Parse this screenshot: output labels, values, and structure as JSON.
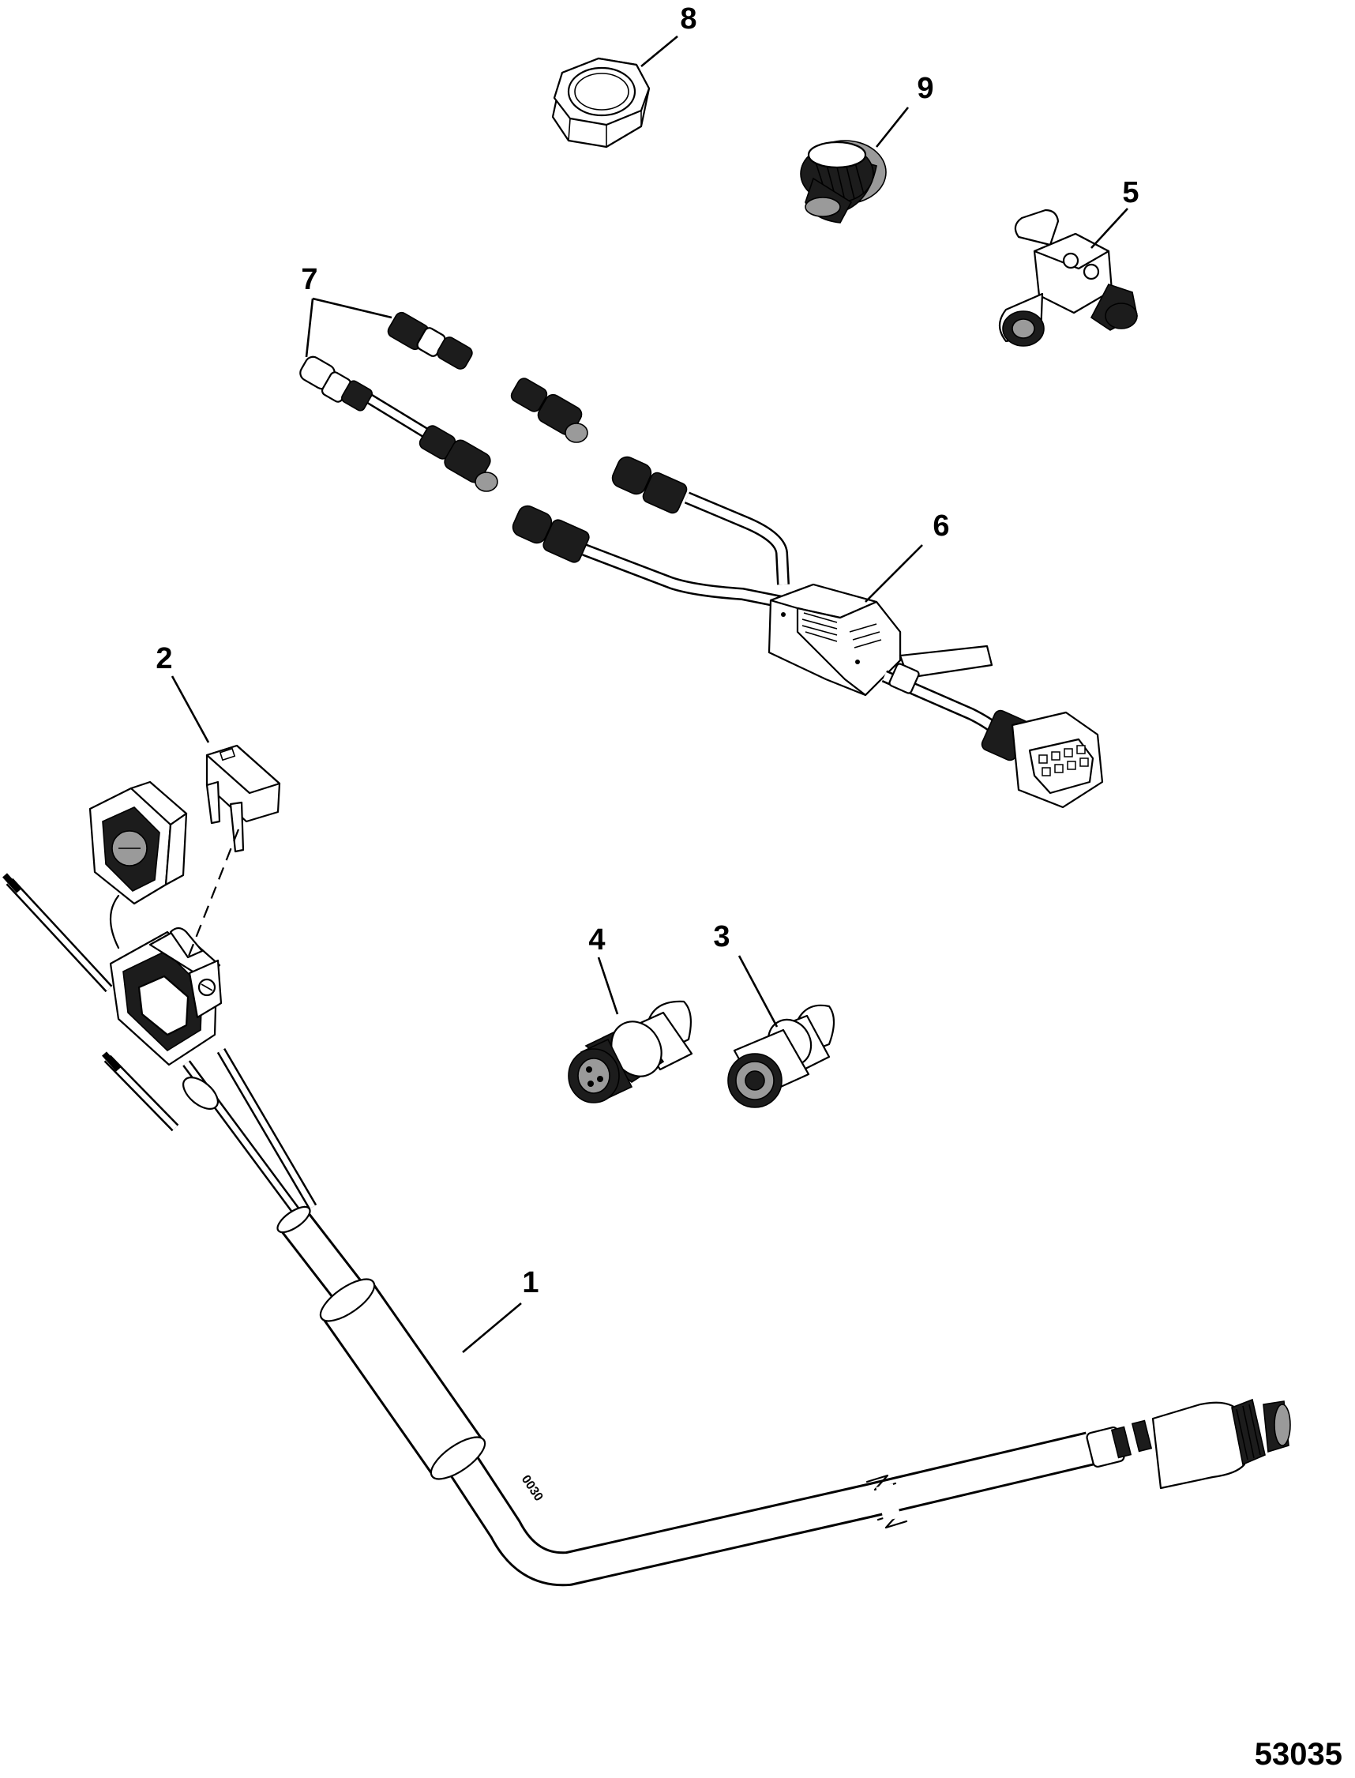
{
  "diagram": {
    "figure_number": "53035",
    "callouts": [
      "1",
      "2",
      "3",
      "4",
      "5",
      "6",
      "7",
      "8",
      "9"
    ],
    "cable_marking": "0030"
  }
}
